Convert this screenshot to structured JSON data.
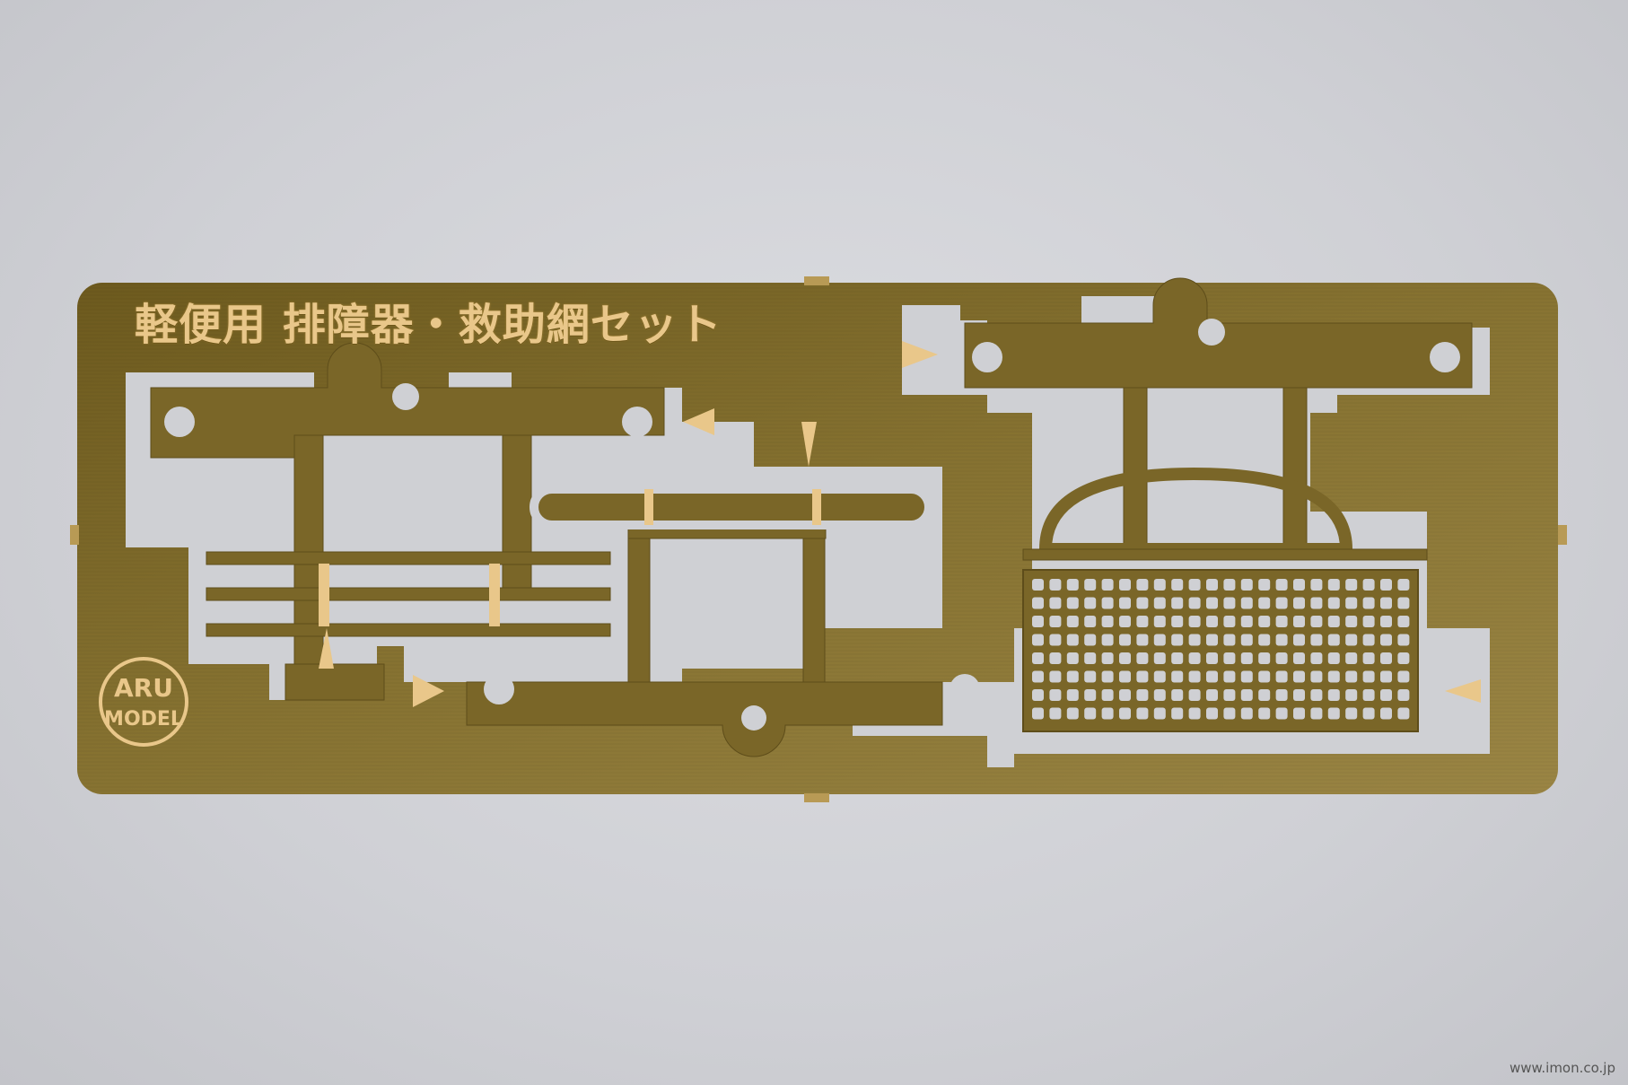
{
  "title": "軽便用 排障器・救助網セット",
  "logo": {
    "line1": "ARU",
    "line2": "MODEL"
  },
  "watermark": "www.imon.co.jp",
  "colors": {
    "background": "#d3d4d8",
    "brass": "#7f6b2a",
    "brass_highlight": "#e9c78a"
  }
}
